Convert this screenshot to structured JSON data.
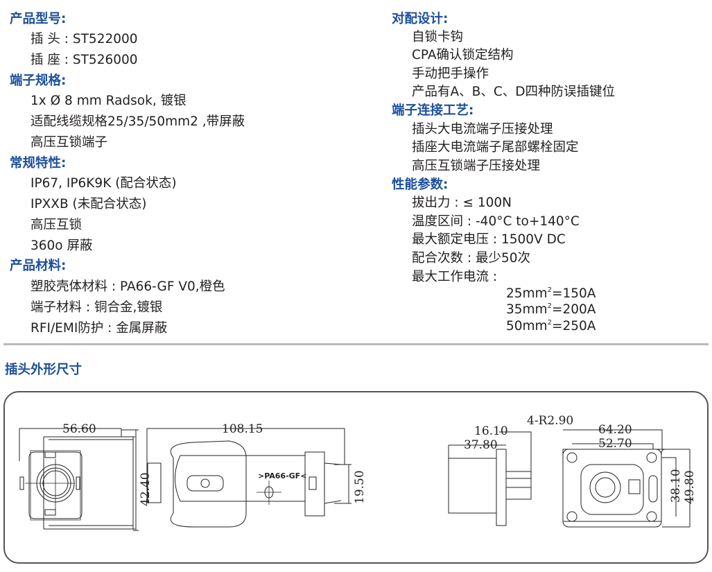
{
  "left": {
    "model": {
      "heading": "产品型号:",
      "items": [
        "插 头 : ST522000",
        "插 座 : ST526000"
      ]
    },
    "terminal_spec": {
      "heading": "端子规格:",
      "items": [
        "1x Ø 8 mm Radsok, 镀银",
        "适配线缆规格25/35/50mm2 ,带屏蔽",
        "高压互锁端子"
      ]
    },
    "general": {
      "heading": "常规特性:",
      "items": [
        "IP67, IP6K9K (配合状态)",
        "IPXXB (未配合状态)",
        "高压互锁",
        "360o 屏蔽"
      ]
    },
    "material": {
      "heading": "产品材料:",
      "items": [
        "塑胶壳体材料 : PA66-GF V0,橙色",
        "端子材料 : 铜合金,镀银",
        "RFI/EMI防护 : 金属屏蔽"
      ]
    }
  },
  "right": {
    "mating": {
      "heading": "对配设计:",
      "items": [
        "自锁卡钩",
        "CPA确认锁定结构",
        "手动把手操作",
        "产品有A、B、C、D四种防误插键位"
      ]
    },
    "process": {
      "heading": "端子连接工艺:",
      "items": [
        "插头大电流端子压接处理",
        "插座大电流端子尾部螺栓固定",
        "高压互锁端子压接处理"
      ]
    },
    "performance": {
      "heading": "性能参数:",
      "items": [
        "拔出力 : ≤ 100N",
        "温度区间 : -40°C to+140°C",
        "最大额定电压 : 1500V DC",
        "配合次数 : 最少50次",
        "最大工作电流 :"
      ],
      "currents": [
        {
          "size": "25mm",
          "sup": "2",
          "value": "=150A"
        },
        {
          "size": "35mm",
          "sup": "2",
          "value": "=200A"
        },
        {
          "size": "50mm",
          "sup": "2",
          "value": "=250A"
        }
      ]
    }
  },
  "drawing": {
    "title": "插头外形尺寸",
    "dims": {
      "front_width": "56.60",
      "front_height": "42.40",
      "side_length": "108.15",
      "side_height": "19.50",
      "label": ">PA66-GF<",
      "flange_thk": "16.10",
      "depth": "37.80",
      "radius": "4-R2.90",
      "outer_w": "64.20",
      "hole_w": "52.70",
      "hole_h": "38.10",
      "outer_h": "49.80"
    }
  }
}
